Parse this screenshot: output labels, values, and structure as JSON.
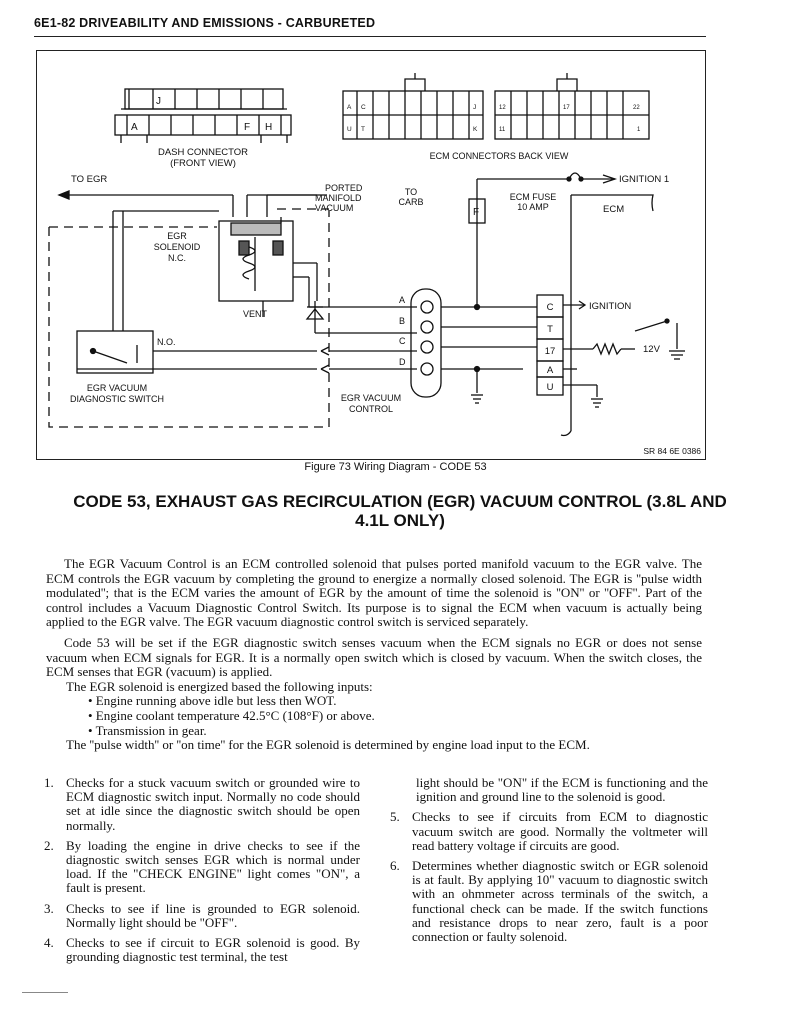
{
  "header": {
    "title": "6E1-82 DRIVEABILITY AND EMISSIONS - CARBURETED"
  },
  "figure": {
    "caption": "Figure 73 Wiring Diagram - CODE 53",
    "ref": "SR 84 6E 0386",
    "dash_connector": {
      "label_line1": "DASH CONNECTOR",
      "label_line2": "(FRONT VIEW)",
      "pin_j": "J",
      "pin_a": "A",
      "pin_f": "F",
      "pin_h": "H"
    },
    "ecm_connectors": {
      "label": "ECM CONNECTORS BACK VIEW",
      "left_top": [
        "A",
        "C",
        "J"
      ],
      "left_bottom": [
        "U",
        "T",
        "K"
      ],
      "right_top": [
        "12",
        "17",
        "22"
      ],
      "right_bottom": [
        "11",
        "1"
      ]
    },
    "to_egr": "TO EGR",
    "ported": [
      "PORTED",
      "MANIFOLD",
      "VACUUM"
    ],
    "to_carb": [
      "TO",
      "CARB"
    ],
    "ecm_fuse": [
      "ECM FUSE",
      "10 AMP"
    ],
    "fuse_letter": "F",
    "ignition1": "IGNITION 1",
    "ecm_label": "ECM",
    "egr_solenoid": [
      "EGR",
      "SOLENOID",
      "N.C."
    ],
    "vent": "VENT",
    "no_label": "N.O.",
    "egr_vacuum_switch": [
      "EGR VACUUM",
      "DIAGNOSTIC SWITCH"
    ],
    "egr_vacuum_control": [
      "EGR VACUUM",
      "CONTROL"
    ],
    "connector_pins": [
      "A",
      "B",
      "C",
      "D"
    ],
    "ecm_pins": [
      "C",
      "T",
      "17",
      "A",
      "U"
    ],
    "ignition": "IGNITION",
    "volt": "12V"
  },
  "title": "CODE 53, EXHAUST GAS RECIRCULATION (EGR) VACUUM CONTROL (3.8L AND 4.1L ONLY)",
  "body": {
    "p1": "The EGR Vacuum Control is an ECM controlled solenoid that pulses ported manifold vacuum to the EGR valve. The ECM controls the EGR vacuum by completing the ground to energize a normally closed solenoid. The EGR is ''pulse width modulated''; that is the ECM varies the amount of EGR by the amount of time the solenoid is ''ON'' or ''OFF''. Part of the control includes a Vacuum Diagnostic Control Switch. Its purpose is to signal the ECM when vacuum is actually being applied to the EGR valve. The EGR vacuum diagnostic control switch is serviced separately.",
    "p2": "Code 53 will be set if the EGR diagnostic switch senses vacuum when the ECM signals no EGR or does not sense vacuum when ECM signals for EGR. It is a normally open switch which is closed by vacuum. When the switch closes, the ECM senses that EGR (vacuum) is applied.",
    "p3": "The EGR solenoid is energized based the following inputs:",
    "bullets": [
      "• Engine running above idle but less then WOT.",
      "• Engine coolant temperature 42.5°C (108°F) or above.",
      "• Transmission in gear."
    ],
    "p4": "The ''pulse width'' or ''on time'' for the EGR solenoid is determined by engine load input to the ECM."
  },
  "list_left": [
    {
      "num": "1.",
      "text": "Checks for a stuck vacuum switch or grounded wire to ECM diagnostic switch input. Normally no code should set at idle since the diagnostic switch should be open normally."
    },
    {
      "num": "2.",
      "text": "By loading the engine in drive checks to see if the diagnostic switch senses EGR which is normal under load. If the \"CHECK ENGINE\" light comes \"ON\", a fault is present."
    },
    {
      "num": "3.",
      "text": "Checks to see if line is grounded to EGR solenoid. Normally light should be \"OFF\"."
    },
    {
      "num": "4.",
      "text": "Checks to see if circuit to EGR solenoid is good. By grounding diagnostic test terminal, the test"
    }
  ],
  "list_right_cont": "light should be \"ON\" if the ECM is functioning and the ignition and ground line to the solenoid is good.",
  "list_right": [
    {
      "num": "5.",
      "text": "Checks to see if circuits from ECM to diagnostic vacuum switch are good. Normally the voltmeter will read battery voltage if circuits are good."
    },
    {
      "num": "6.",
      "text": "Determines whether diagnostic switch or EGR solenoid is at fault. By applying 10\" vacuum to diagnostic switch with an ohmmeter across terminals of the switch, a functional check can be made. If the switch functions and resistance drops to near zero, fault is a poor connection or faulty solenoid."
    }
  ]
}
